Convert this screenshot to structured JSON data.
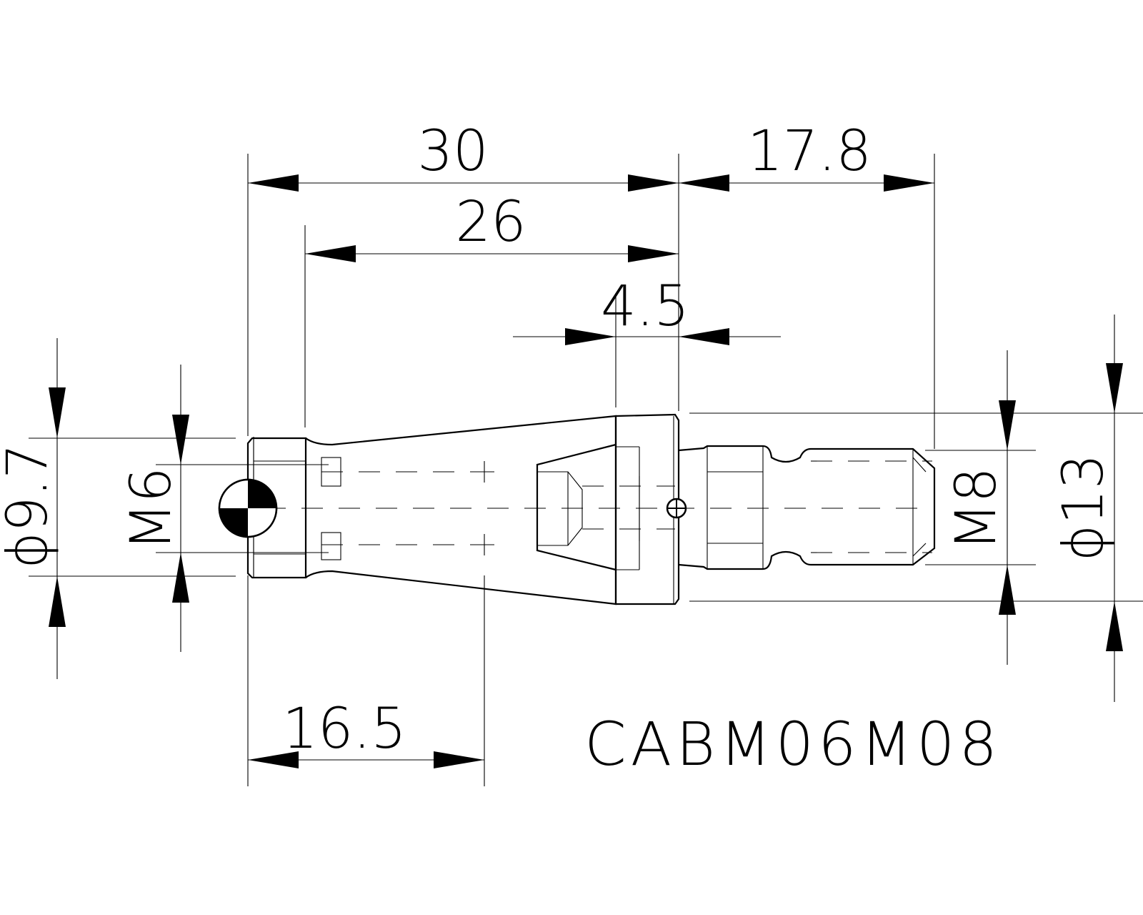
{
  "drawing": {
    "part_code": "CABM06M08",
    "dimensions": {
      "overall_left": "30",
      "overall_right": "17.8",
      "taper_length": "26",
      "flange_width": "4.5",
      "thread_depth": "16.5",
      "dia_left": "ϕ9.7",
      "thread_left": "M6",
      "thread_right": "M8",
      "dia_right": "ϕ13"
    }
  }
}
